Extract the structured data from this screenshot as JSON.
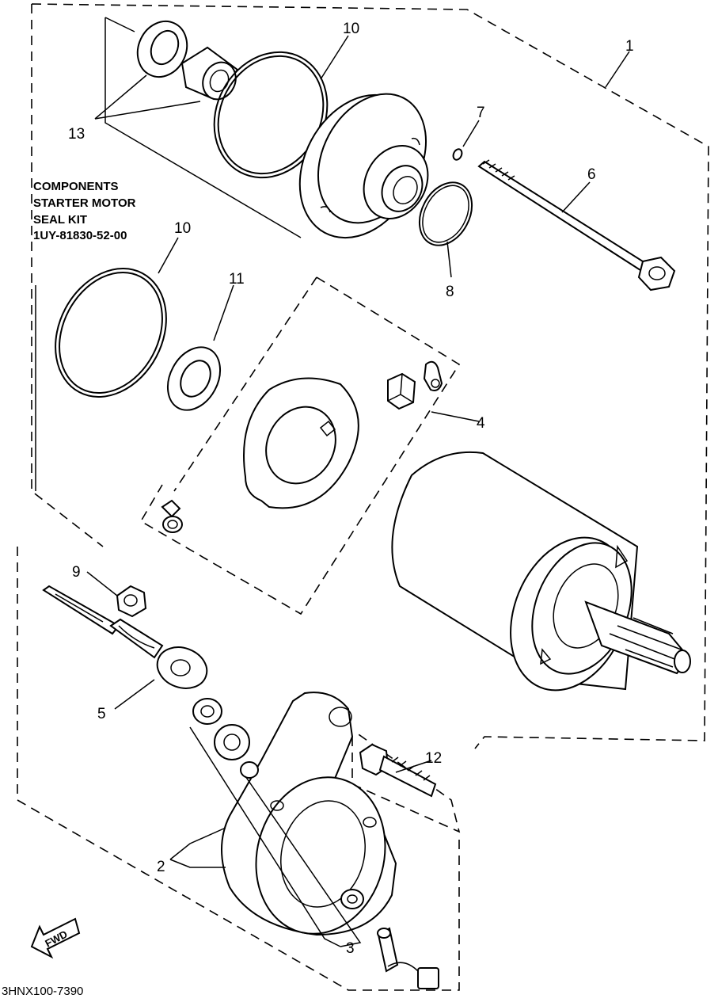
{
  "kit": {
    "line1": "COMPONENTS",
    "line2": "STARTER MOTOR",
    "line3": "SEAL KIT",
    "line4": "1UY-81830-52-00"
  },
  "callouts": {
    "c1": "1",
    "c2": "2",
    "c3": "3",
    "c4": "4",
    "c5": "5",
    "c6": "6",
    "c7": "7",
    "c8": "8",
    "c9": "9",
    "c10a": "10",
    "c10b": "10",
    "c11": "11",
    "c12": "12",
    "c13": "13"
  },
  "fwd": "FWD",
  "drawing_code": "3HNX100-7390"
}
